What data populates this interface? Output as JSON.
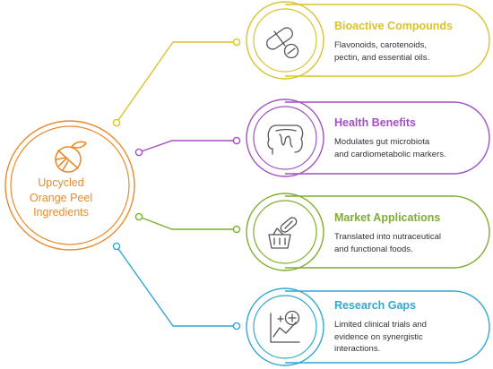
{
  "hub": {
    "label_line1": "Upcycled",
    "label_line2": "Orange Peel",
    "label_line3": "Ingredients",
    "icon": "orange-slice-icon",
    "color": "#ea8a2c"
  },
  "cards": [
    {
      "title": "Bioactive Compounds",
      "desc_line1": "Flavonoids, carotenoids,",
      "desc_line2": "pectin, and essential oils.",
      "icon": "capsule-leaf-icon",
      "color": "#d8c32c"
    },
    {
      "title": "Health Benefits",
      "desc_line1": "Modulates gut microbiota",
      "desc_line2": "and cardiometabolic markers.",
      "icon": "intestine-icon",
      "color": "#a34fc4"
    },
    {
      "title": "Market Applications",
      "desc_line1": "Translated into nutraceutical",
      "desc_line2": "and functional foods.",
      "icon": "market-basket-capsule-icon",
      "color": "#7eae2e"
    },
    {
      "title": "Research Gaps",
      "desc_line1": "Limited clinical trials and",
      "desc_line2": "evidence on synergistic",
      "desc_line3": "interactions.",
      "icon": "chart-plus-icon",
      "color": "#2fa8d2"
    }
  ]
}
